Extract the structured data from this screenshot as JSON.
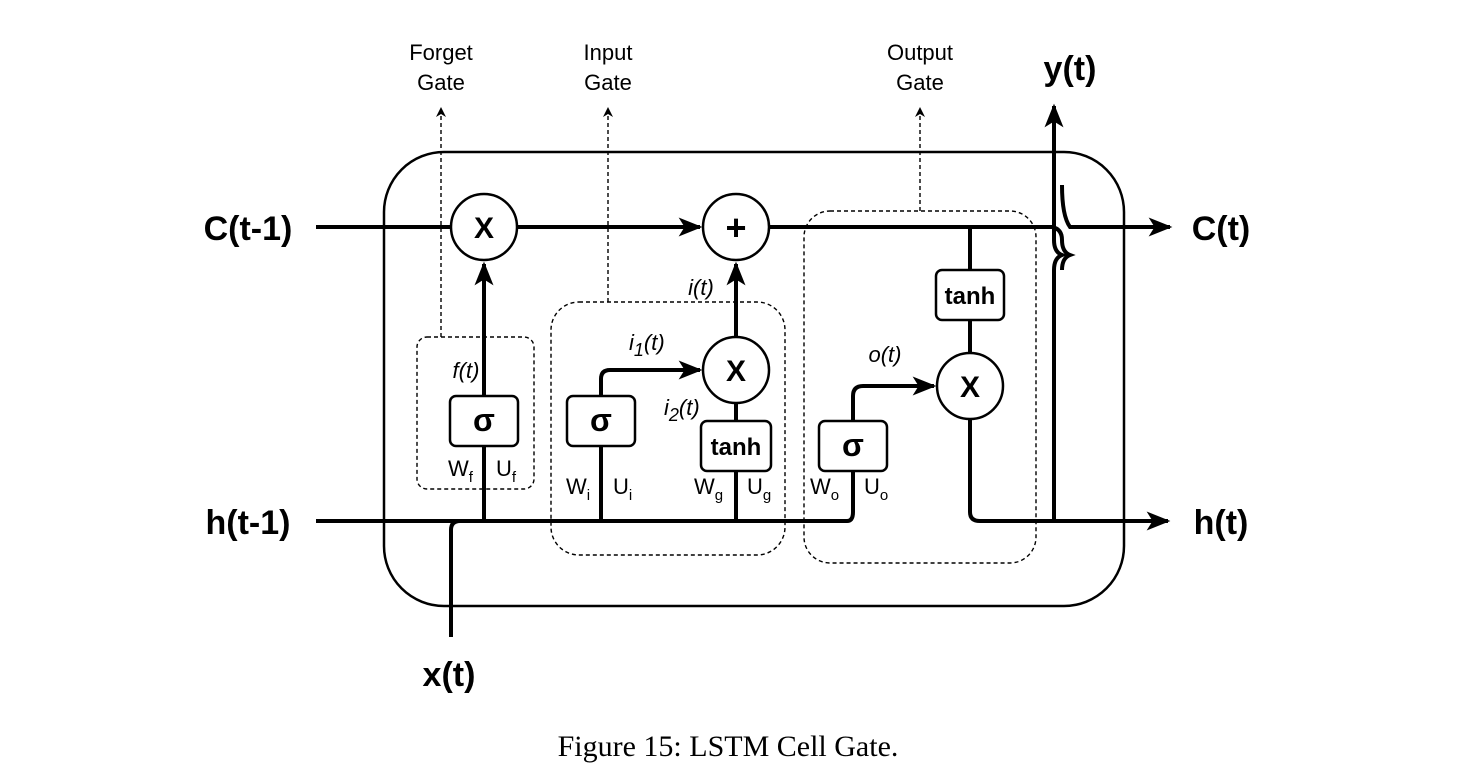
{
  "inputs": {
    "c_prev": "C(t-1)",
    "h_prev": "h(t-1)",
    "x": "x(t)"
  },
  "outputs": {
    "c": "C(t)",
    "h": "h(t)",
    "y": "y(t)"
  },
  "gates": {
    "forget": {
      "line1": "Forget",
      "line2": "Gate"
    },
    "input": {
      "line1": "Input",
      "line2": "Gate"
    },
    "output": {
      "line1": "Output",
      "line2": "Gate"
    }
  },
  "operators": {
    "multiply": "X",
    "add": "+",
    "sigma": "σ",
    "tanh": "tanh"
  },
  "signals": {
    "f": "f(t)",
    "i": "i(t)",
    "i1_base": "i",
    "i1_sub": "1",
    "i1_tail": "(t)",
    "i2_base": "i",
    "i2_sub": "2",
    "i2_tail": "(t)",
    "o": "o(t)"
  },
  "weights": {
    "W": "W",
    "U": "U",
    "f": "f",
    "i": "i",
    "g": "g",
    "o": "o"
  },
  "caption": "Figure 15: LSTM Cell Gate."
}
